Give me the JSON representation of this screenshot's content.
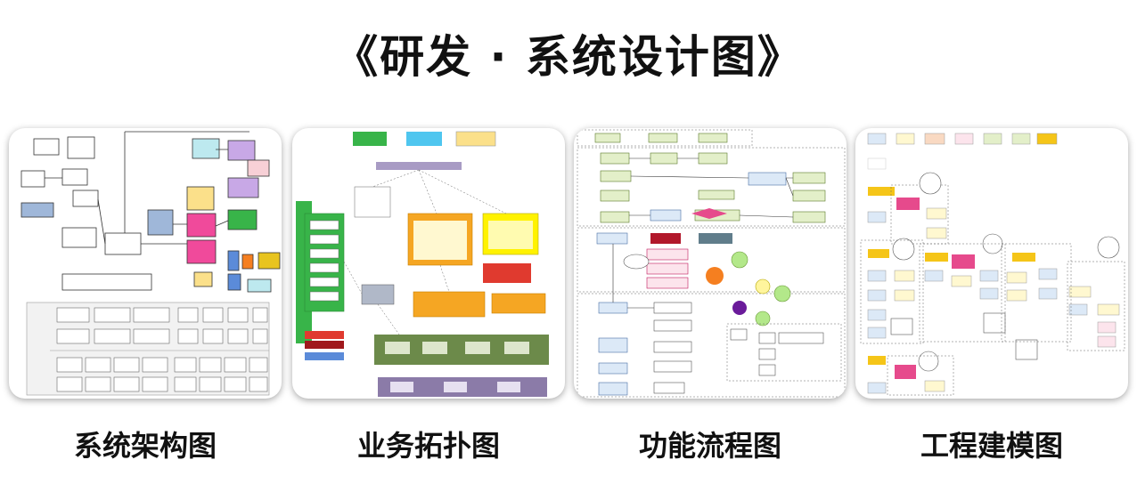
{
  "page": {
    "title": "《研发 · 系统设计图》"
  },
  "panels": [
    {
      "caption": "系统架构图"
    },
    {
      "caption": "业务拓扑图"
    },
    {
      "caption": "功能流程图"
    },
    {
      "caption": "工程建模图"
    }
  ]
}
